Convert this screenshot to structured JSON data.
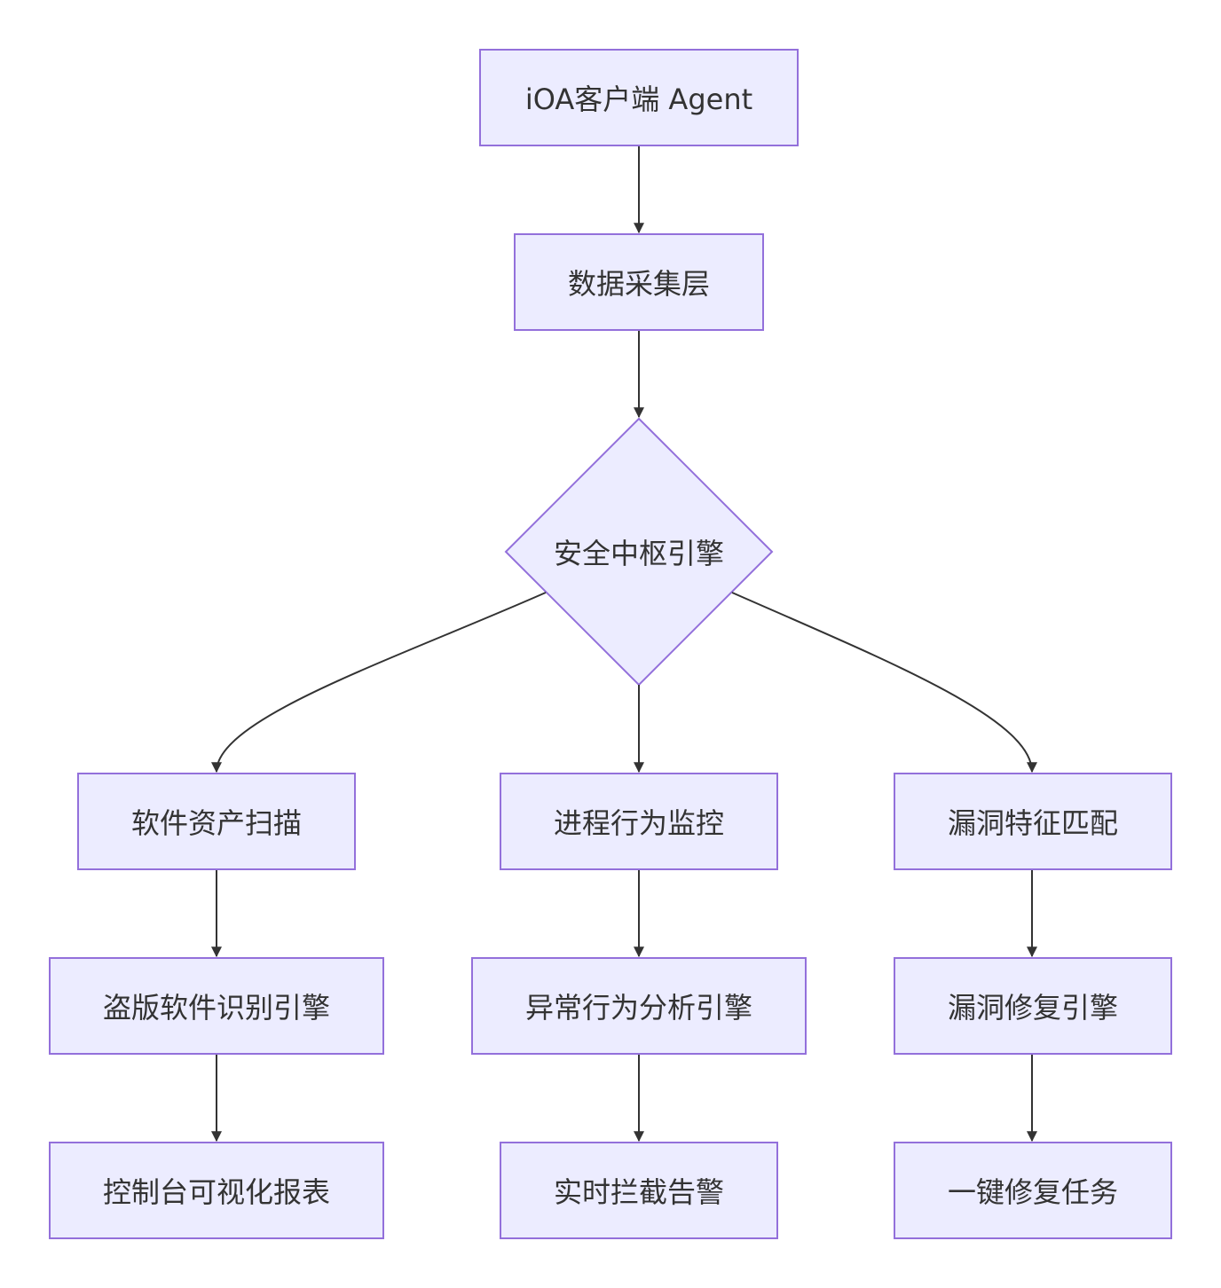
{
  "diagram": {
    "type": "flowchart",
    "direction": "top-down",
    "colors": {
      "node_fill": "#ececff",
      "node_border": "#9370db",
      "edge": "#333333",
      "text": "#333333"
    },
    "nodes": {
      "agent": {
        "label": "iOA客户端 Agent",
        "shape": "rectangle"
      },
      "collect": {
        "label": "数据采集层",
        "shape": "rectangle"
      },
      "hub": {
        "label": "安全中枢引擎",
        "shape": "diamond"
      },
      "scan": {
        "label": "软件资产扫描",
        "shape": "rectangle"
      },
      "monitor": {
        "label": "进程行为监控",
        "shape": "rectangle"
      },
      "match": {
        "label": "漏洞特征匹配",
        "shape": "rectangle"
      },
      "piracy": {
        "label": "盗版软件识别引擎",
        "shape": "rectangle"
      },
      "anomaly": {
        "label": "异常行为分析引擎",
        "shape": "rectangle"
      },
      "repair": {
        "label": "漏洞修复引擎",
        "shape": "rectangle"
      },
      "report": {
        "label": "控制台可视化报表",
        "shape": "rectangle"
      },
      "block": {
        "label": "实时拦截告警",
        "shape": "rectangle"
      },
      "oneclick": {
        "label": "一键修复任务",
        "shape": "rectangle"
      }
    },
    "edges": [
      {
        "from": "agent",
        "to": "collect"
      },
      {
        "from": "collect",
        "to": "hub"
      },
      {
        "from": "hub",
        "to": "scan"
      },
      {
        "from": "hub",
        "to": "monitor"
      },
      {
        "from": "hub",
        "to": "match"
      },
      {
        "from": "scan",
        "to": "piracy"
      },
      {
        "from": "monitor",
        "to": "anomaly"
      },
      {
        "from": "match",
        "to": "repair"
      },
      {
        "from": "piracy",
        "to": "report"
      },
      {
        "from": "anomaly",
        "to": "block"
      },
      {
        "from": "repair",
        "to": "oneclick"
      }
    ]
  }
}
